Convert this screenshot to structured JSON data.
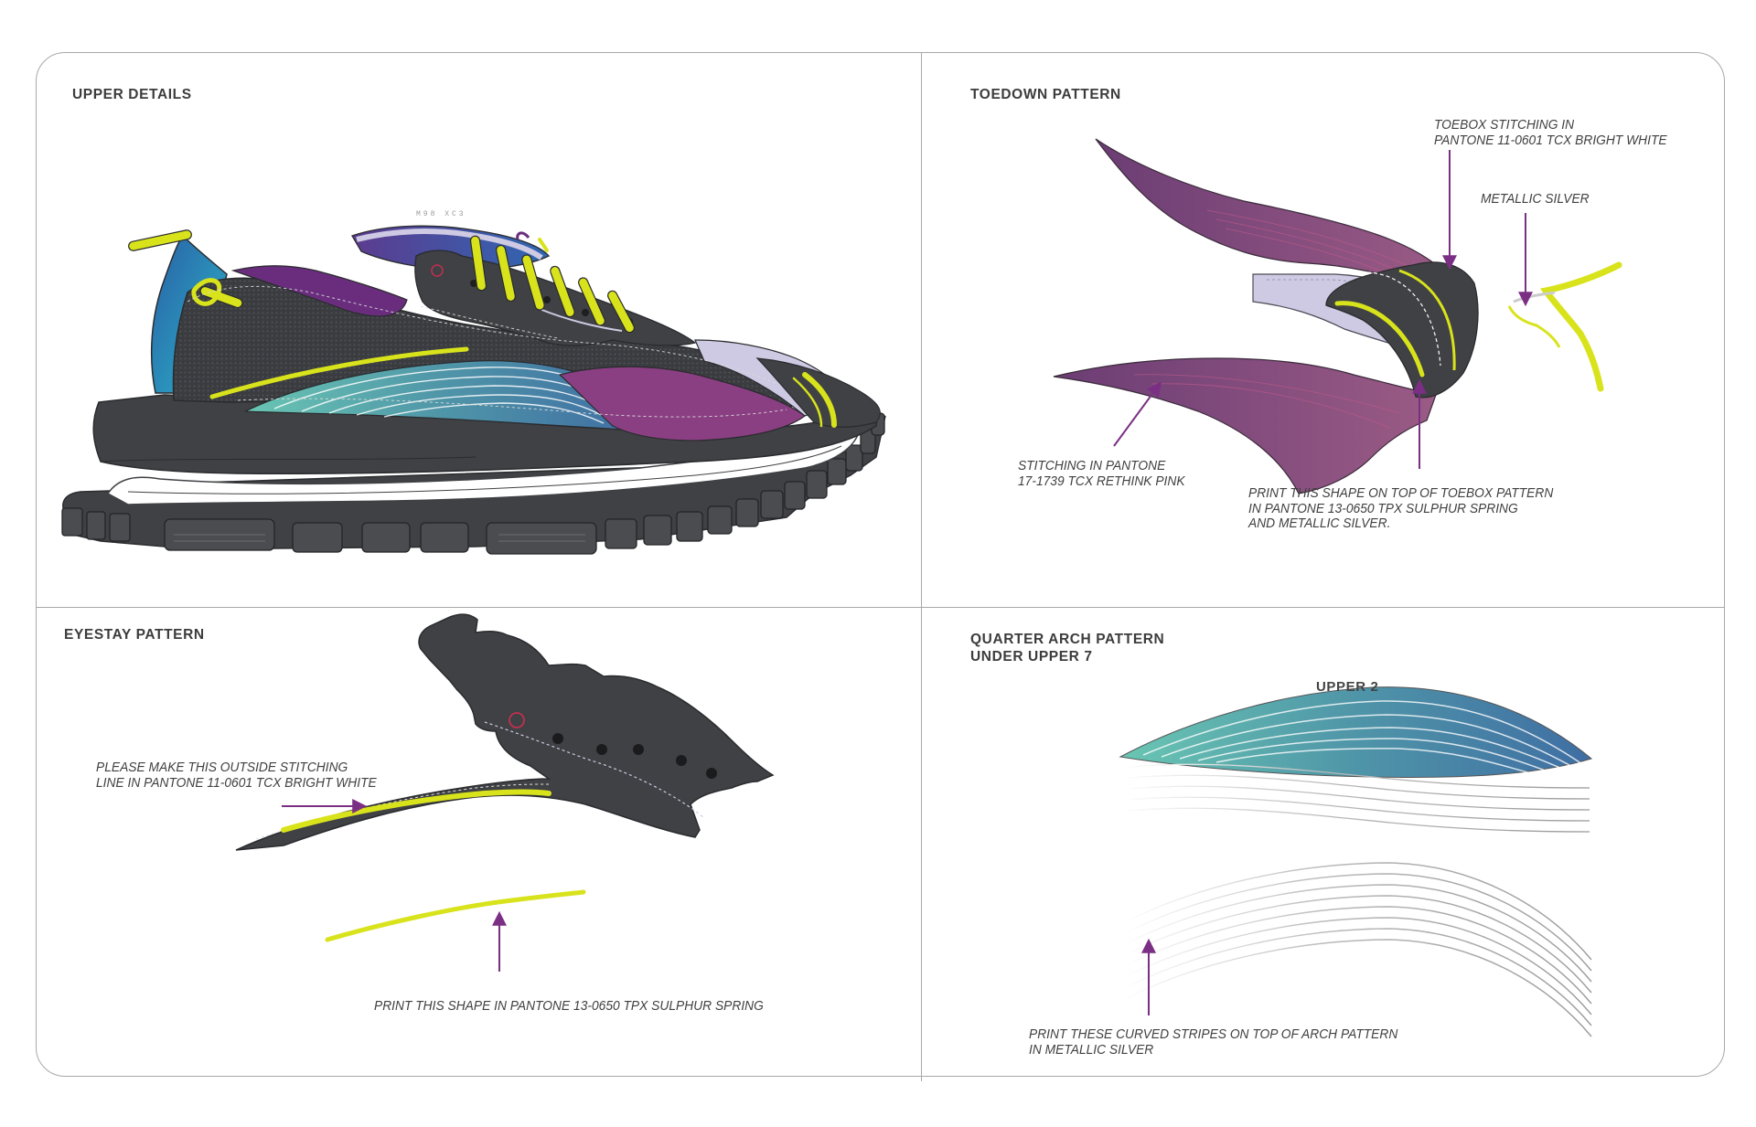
{
  "panels": {
    "upper_details": {
      "title": "UPPER DETAILS",
      "brand_mark": "M98 XC3"
    },
    "toedown": {
      "title": "TOEDOWN PATTERN",
      "note_toebox_stitching": [
        "TOEBOX STITCHING IN",
        "PANTONE 11-0601 TCX BRIGHT WHITE"
      ],
      "note_metallic": [
        "METALLIC SILVER"
      ],
      "note_stitching_pink": [
        "STITCHING IN PANTONE",
        "17-1739 TCX RETHINK PINK"
      ],
      "note_print_shape": [
        "PRINT THIS SHAPE ON TOP OF TOEBOX PATTERN",
        "IN PANTONE 13-0650 TPX SULPHUR SPRING",
        "AND METALLIC SILVER."
      ]
    },
    "eyestay": {
      "title": "EYESTAY PATTERN",
      "note_outside_stitching": [
        "PLEASE MAKE THIS OUTSIDE STITCHING",
        "LINE IN PANTONE 11-0601 TCX BRIGHT WHITE"
      ],
      "note_print_shape": [
        "PRINT THIS SHAPE IN PANTONE 13-0650 TPX SULPHUR SPRING"
      ]
    },
    "quarter_arch": {
      "title_lines": [
        "QUARTER ARCH PATTERN",
        "UNDER UPPER 7"
      ],
      "upper_label": "UPPER 2",
      "note_stripes": [
        "PRINT THESE CURVED STRIPES ON TOP OF ARCH PATTERN",
        "IN METALLIC SILVER"
      ]
    }
  },
  "colors": {
    "sulphur_spring": "#d8e31c",
    "rethink_pink": "#8b4d7e",
    "charcoal": "#3f4144",
    "lavender": "#cfcae3",
    "arrow_purple": "#7b2f84",
    "teal": "#6cc2b4",
    "blue": "#2c6aa8",
    "purple": "#6a2d7e"
  }
}
